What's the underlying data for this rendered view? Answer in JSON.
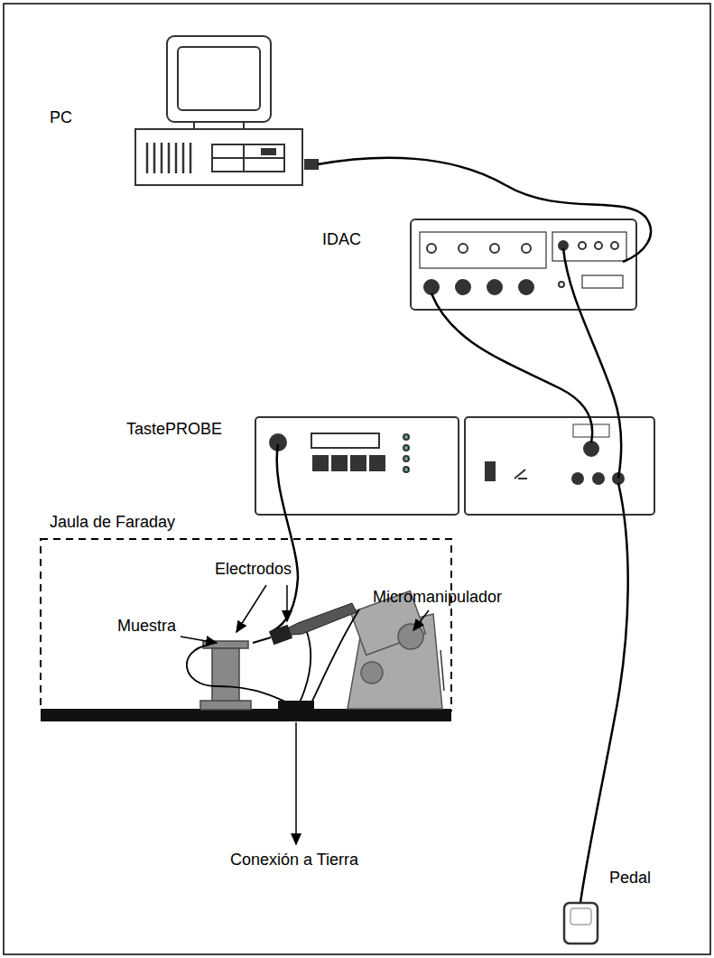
{
  "diagram": {
    "labels": [
      "PC",
      "IDAC",
      "TastePROBE",
      "Jaula de Faraday",
      "Electrodos",
      "Micromanipulador",
      "Muestra",
      "Conexión a Tierra",
      "Pedal"
    ]
  }
}
